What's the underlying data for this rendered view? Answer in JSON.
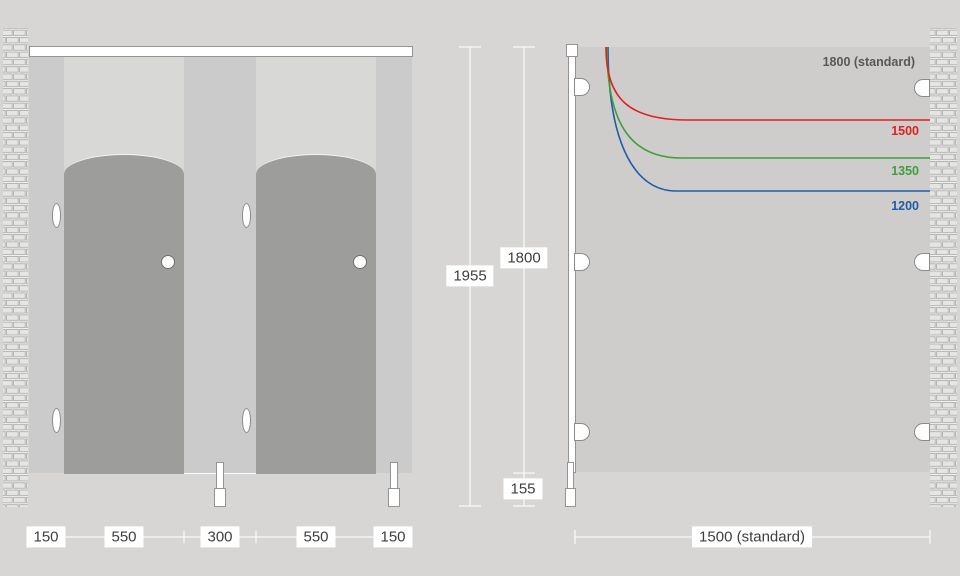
{
  "front_elevation": {
    "bottom_dims": [
      "150",
      "550",
      "300",
      "550",
      "150"
    ],
    "overall_height": "1955",
    "panel_height": "1800",
    "floor_clearance": "155"
  },
  "side_elevation": {
    "depth_dim": "1500 (standard)",
    "height_options": [
      {
        "label": "1800 (standard)",
        "color": "#58585a"
      },
      {
        "label": "1500",
        "color": "#e0211e"
      },
      {
        "label": "1350",
        "color": "#3f9f3a"
      },
      {
        "label": "1200",
        "color": "#1e5ca6"
      }
    ]
  },
  "colors": {
    "background": "#d7d6d4",
    "door": "#9d9d9c",
    "pilaster": "#cbcbcb",
    "side_panel": "#cecdcb",
    "dimension_line": "#fafafa",
    "dimension_text": "#3e3e3e"
  }
}
